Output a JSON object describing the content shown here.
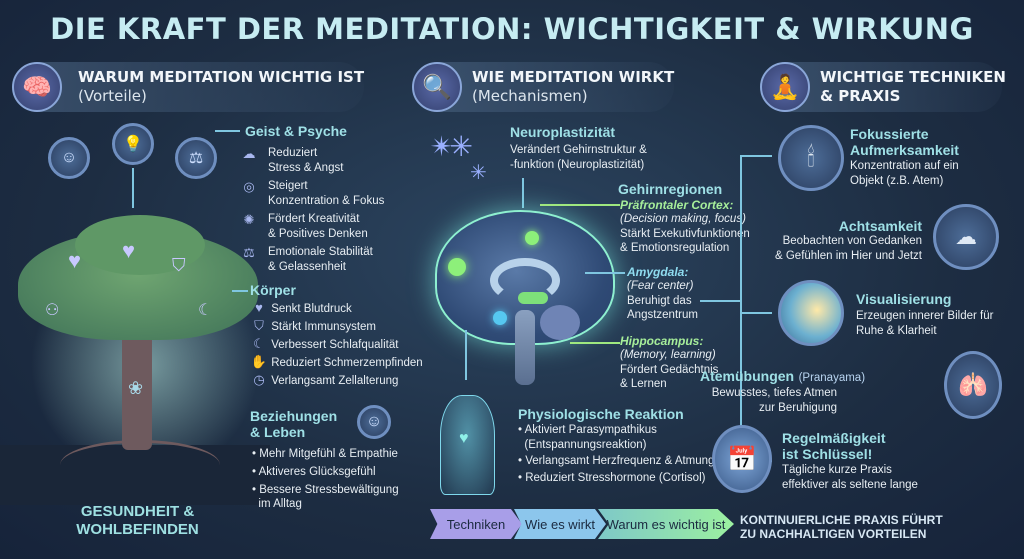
{
  "title": "DIE KRAFT DER MEDITATION: WICHTIGKEIT & WIRKUNG",
  "left": {
    "header": "WARUM MEDITATION WICHTIG IST",
    "sub": "(Vorteile)",
    "icon": "brain-icon",
    "geist": {
      "title": "Geist & Psyche",
      "items": [
        {
          "icon": "cloud-rain-icon",
          "l1": "Reduziert",
          "l2": "Stress & Angst"
        },
        {
          "icon": "target-icon",
          "l1": "Steigert",
          "l2": "Konzentration & Fokus"
        },
        {
          "icon": "lightbulb-icon",
          "l1": "Fördert Kreativität",
          "l2": "& Positives Denken"
        },
        {
          "icon": "scales-icon",
          "l1": "Emotionale Stabilität",
          "l2": "& Gelassenheit"
        }
      ]
    },
    "koerper": {
      "title": "Körper",
      "items": [
        "Senkt Blutdruck",
        "Stärkt Immunsystem",
        "Verbessert Schlafqualität",
        "Reduziert Schmerzempfinden",
        "Verlangsamt Zellalterung"
      ]
    },
    "beziehungen": {
      "title1": "Beziehungen",
      "title2": "& Leben",
      "items": [
        "Mehr Mitgefühl & Empathie",
        "Aktiveres Glücksgefühl",
        "Bessere Stressbewältigung",
        "im Alltag"
      ]
    },
    "footer1": "GESUNDHEIT &",
    "footer2": "WOHLBEFINDEN"
  },
  "middle": {
    "header": "WIE MEDITATION WIRKT",
    "sub": "(Mechanismen)",
    "icon": "brain-search-icon",
    "neuro": {
      "title": "Neuroplastizität",
      "l1": "Verändert Gehirnstruktur &",
      "l2": "-funktion (Neuroplastizität)"
    },
    "regionen": "Gehirnregionen",
    "pfc": {
      "name": "Präfrontaler Cortex:",
      "role": "(Decision making, focus)",
      "l1": "Stärkt Exekutivfunktionen",
      "l2": "& Emotionsregulation"
    },
    "amy": {
      "name": "Amygdala:",
      "role": "(Fear center)",
      "l1": "Beruhigt das",
      "l2": "Angstzentrum"
    },
    "hippo": {
      "name": "Hippocampus:",
      "role": "(Memory, learning)",
      "l1": "Fördert Gedächtnis",
      "l2": "& Lernen"
    },
    "phys": {
      "title": "Physiologische Reaktion",
      "items": [
        "Aktiviert Parasympathikus",
        "(Entspannungsreaktion)",
        "Verlangsamt Herzfrequenz & Atmung",
        "Reduziert Stresshormone (Cortisol)"
      ]
    }
  },
  "right": {
    "header1": "WICHTIGE TECHNIKEN",
    "header2": "& PRAXIS",
    "icon": "meditation-icon",
    "fokus": {
      "t1": "Fokussierte",
      "t2": "Aufmerksamkeit",
      "l1": "Konzentration auf ein",
      "l2": "Objekt (z.B. Atem)"
    },
    "acht": {
      "t": "Achtsamkeit",
      "l1": "Beobachten von Gedanken",
      "l2": "& Gefühlen im Hier und Jetzt"
    },
    "vis": {
      "t": "Visualisierung",
      "l1": "Erzeugen innerer Bilder für",
      "l2": "Ruhe & Klarheit"
    },
    "atem": {
      "t": "Atemübungen",
      "tsub": "(Pranayama)",
      "l1": "Bewusstes, tiefes Atmen",
      "l2": "zur Beruhigung"
    },
    "regel": {
      "t1": "Regelmäßigkeit",
      "t2": "ist Schlüssel!",
      "l1": "Tägliche kurze Praxis",
      "l2": "effektiver als seltene lange"
    }
  },
  "flow": {
    "steps": [
      "Techniken",
      "Wie es wirkt",
      "Warum es wichtig ist"
    ],
    "result1": "KONTINUIERLICHE PRAXIS FÜHRT",
    "result2": "ZU NACHHALTIGEN VORTEILEN"
  }
}
